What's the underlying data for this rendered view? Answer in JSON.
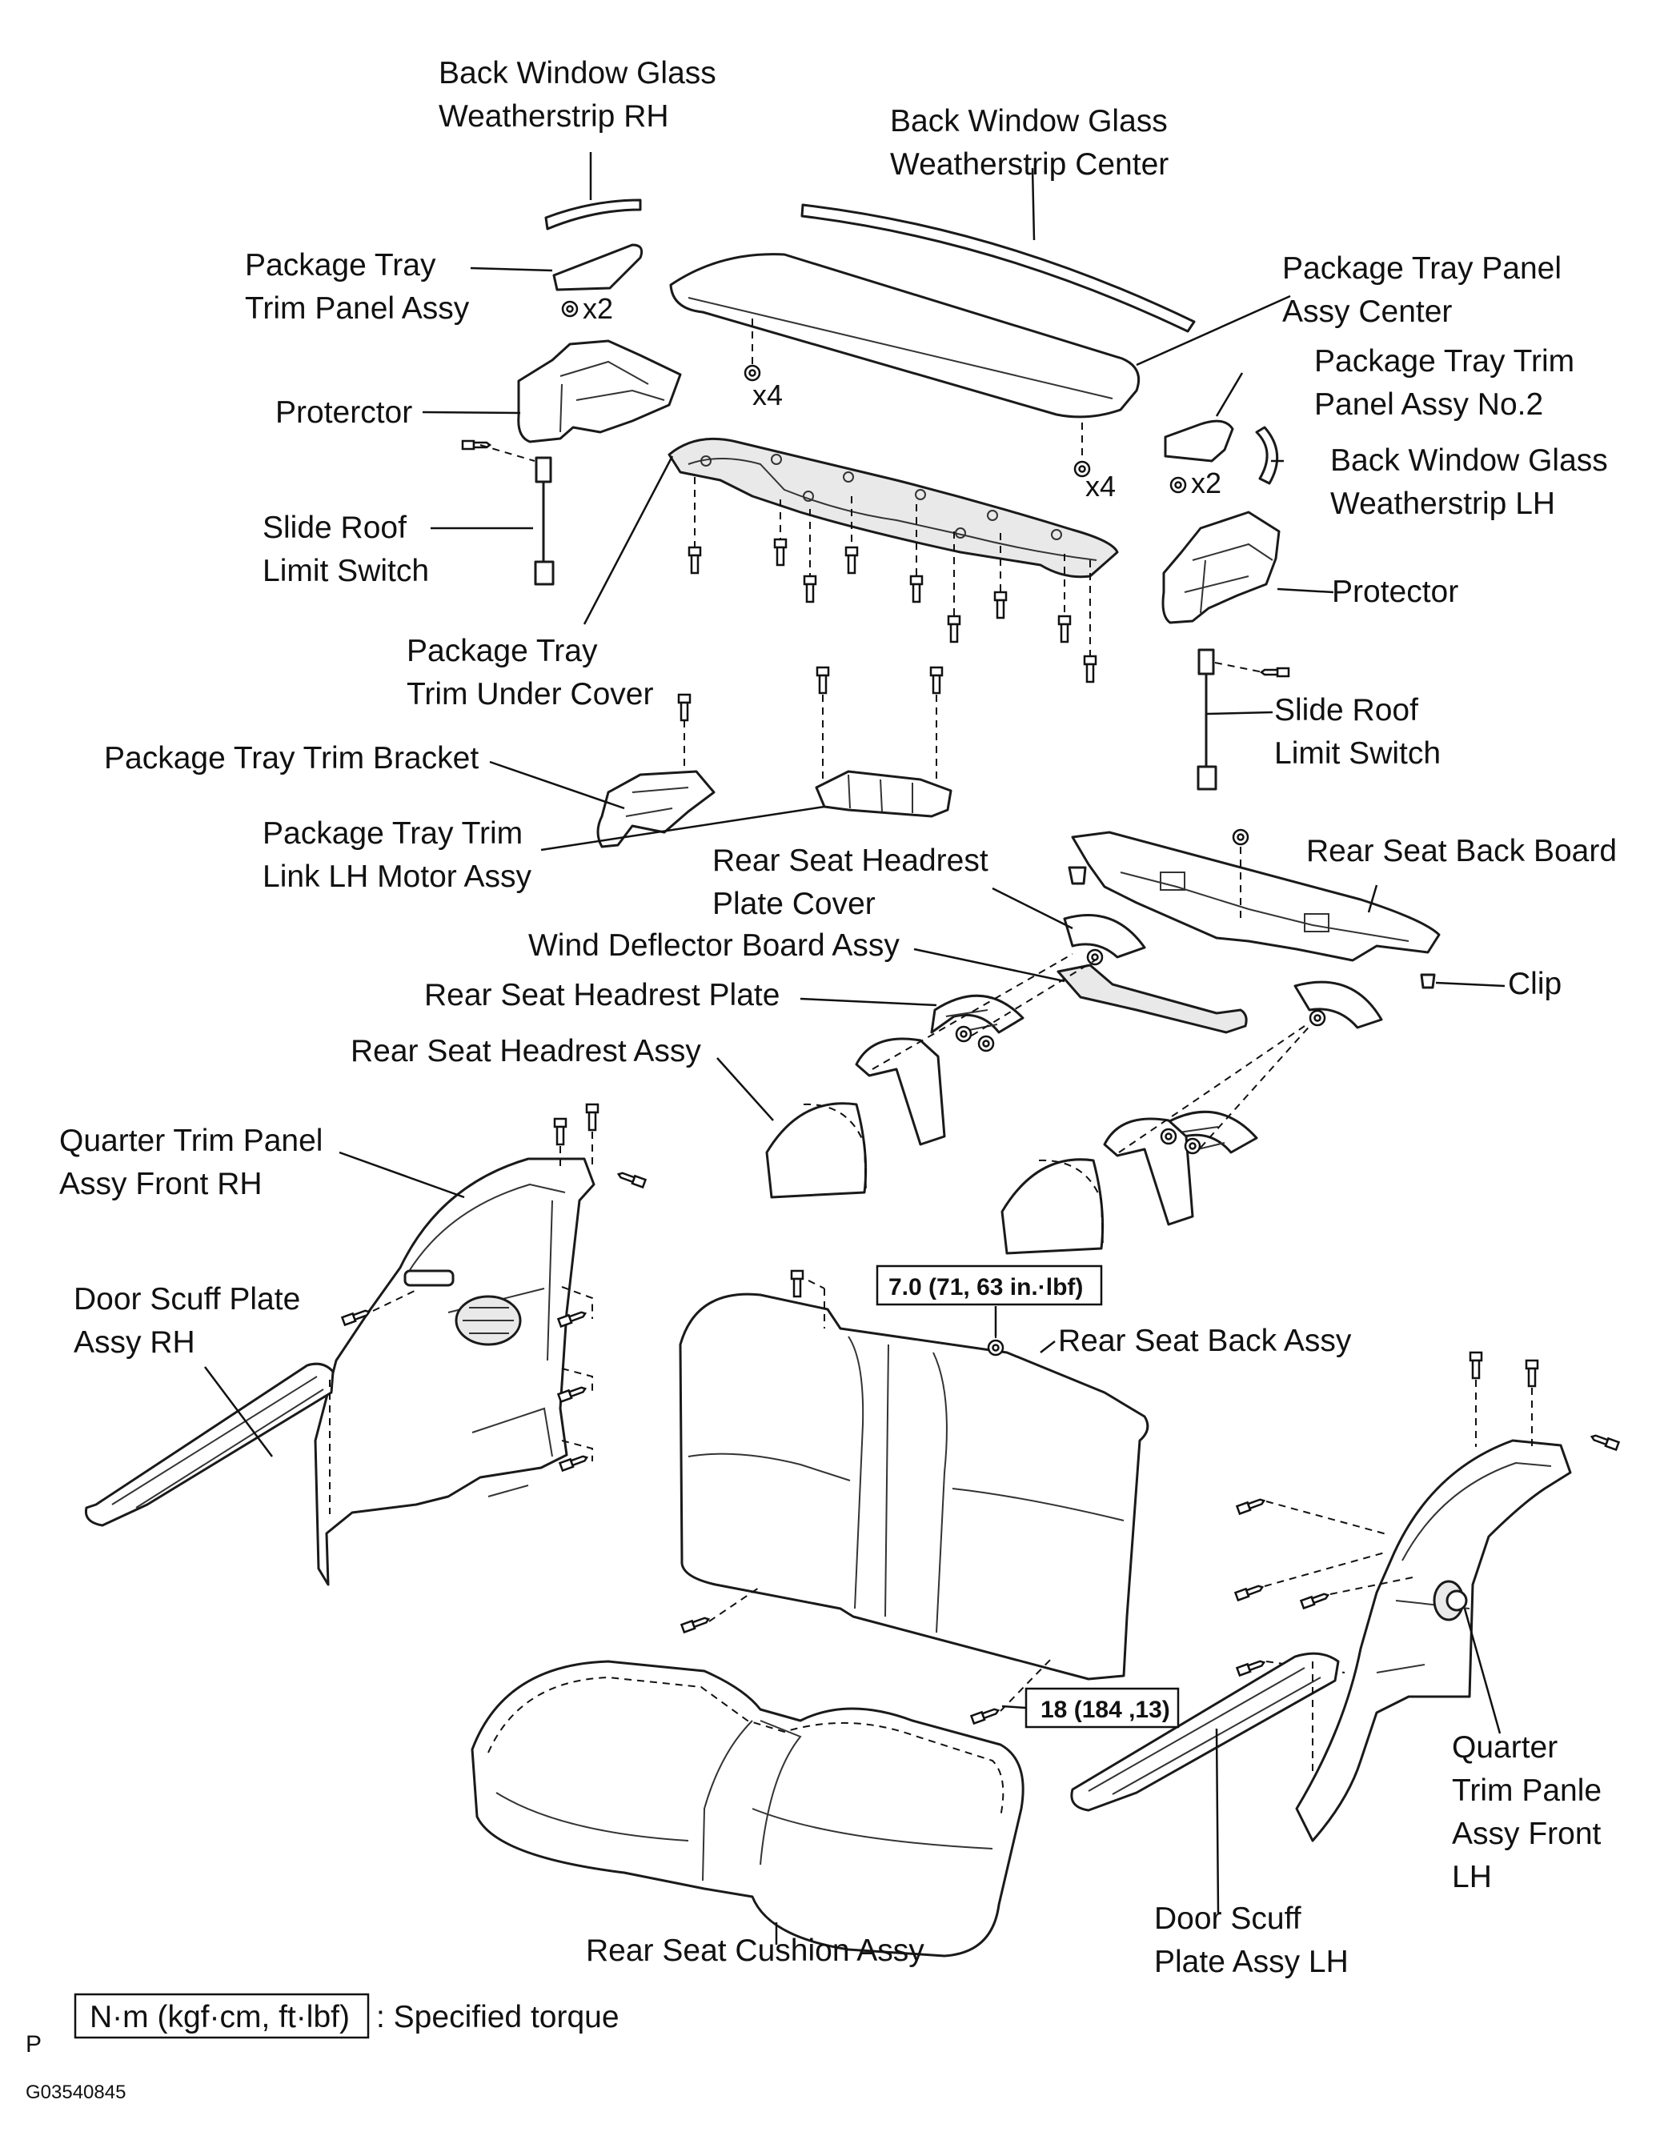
{
  "labels": {
    "weatherstrip_rh": [
      "Back Window Glass",
      "Weatherstrip RH"
    ],
    "weatherstrip_center": [
      "Back Window Glass",
      "Weatherstrip Center"
    ],
    "tray_trim_panel": [
      "Package Tray",
      "Trim Panel Assy"
    ],
    "tray_panel_center": [
      "Package Tray Panel",
      "Assy Center"
    ],
    "tray_trim_panel_no2": [
      "Package Tray Trim",
      "Panel Assy No.2"
    ],
    "protector_rh": [
      "Proterctor"
    ],
    "weatherstrip_lh": [
      "Back Window Glass",
      "Weatherstrip LH"
    ],
    "slide_roof_switch_rh": [
      "Slide Roof",
      "Limit Switch"
    ],
    "protector_lh": [
      "Protector"
    ],
    "tray_under_cover": [
      "Package Tray",
      "Trim Under Cover"
    ],
    "slide_roof_switch_lh": [
      "Slide Roof",
      "Limit Switch"
    ],
    "tray_trim_bracket": [
      "Package Tray Trim Bracket"
    ],
    "tray_link_motor": [
      "Package Tray Trim",
      "Link LH Motor Assy"
    ],
    "headrest_plate_cover": [
      "Rear Seat Headrest",
      "Plate Cover"
    ],
    "seat_back_board": [
      "Rear Seat Back Board"
    ],
    "wind_deflector": [
      "Wind Deflector Board Assy"
    ],
    "clip": [
      "Clip"
    ],
    "headrest_plate": [
      "Rear Seat Headrest Plate"
    ],
    "headrest_assy": [
      "Rear Seat Headrest Assy"
    ],
    "quarter_trim_rh": [
      "Quarter Trim Panel",
      "Assy Front RH"
    ],
    "door_scuff_rh": [
      "Door Scuff Plate",
      "Assy RH"
    ],
    "seat_back_assy": [
      "Rear Seat Back Assy"
    ],
    "quarter_trim_lh": [
      "Quarter",
      "Trim Panle",
      "Assy Front",
      "LH"
    ],
    "door_scuff_lh": [
      "Door Scuff",
      "Plate Assy LH"
    ],
    "seat_cushion": [
      "Rear Seat Cushion Assy"
    ]
  },
  "multipliers": {
    "m1": "x2",
    "m2": "x4",
    "m3": "x4",
    "m4": "x2"
  },
  "torque": {
    "seat_back_upper": "7.0 (71, 63 in.·lbf)",
    "seat_back_lower": "18 (184 ,13)"
  },
  "legend": {
    "box": "N·m (kgf·cm, ft·lbf)",
    "text": ": Specified torque"
  },
  "footer": {
    "letter": "P",
    "code": "G03540845"
  }
}
